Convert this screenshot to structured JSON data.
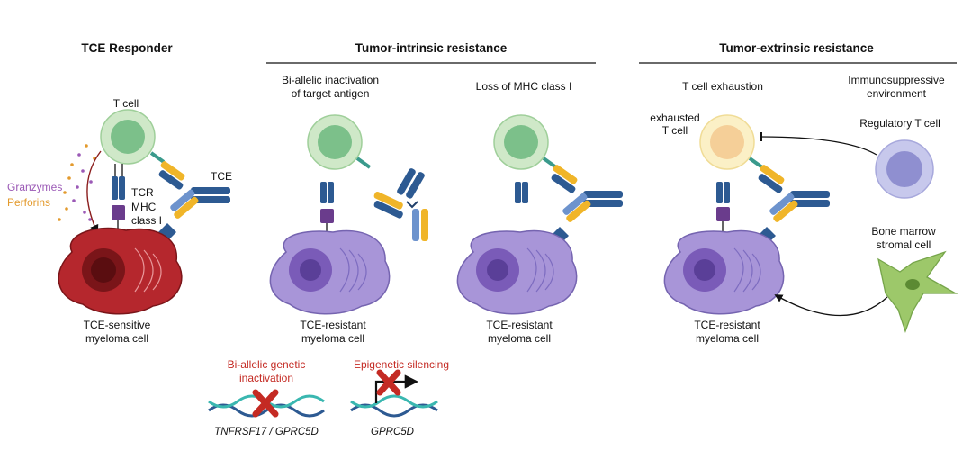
{
  "headers": {
    "responder": "TCE Responder",
    "intrinsic": "Tumor-intrinsic resistance",
    "extrinsic": "Tumor-extrinsic resistance"
  },
  "responder": {
    "t_cell": "T cell",
    "granzymes": "Granzymes",
    "perforins": "Perforins",
    "tcr": "TCR",
    "mhc_line1": "MHC",
    "mhc_line2": "class I",
    "tce": "TCE",
    "tumor_line1": "TCE-sensitive",
    "tumor_line2": "myeloma cell"
  },
  "intrinsic": {
    "bi_allelic_line1": "Bi-allelic inactivation",
    "bi_allelic_line2": "of target antigen",
    "loss_mhc": "Loss of MHC class I",
    "tumor1_line1": "TCE-resistant",
    "tumor1_line2": "myeloma cell",
    "tumor2_line1": "TCE-resistant",
    "tumor2_line2": "myeloma cell",
    "genetic_line1": "Bi-allelic genetic",
    "genetic_line2": "inactivation",
    "genetic_gene": "TNFRSF17 / GPRC5D",
    "epigenetic": "Epigenetic silencing",
    "epigenetic_gene": "GPRC5D"
  },
  "extrinsic": {
    "exhaustion": "T cell exhaustion",
    "immuno_line1": "Immunosuppressive",
    "immuno_line2": "environment",
    "exhausted_line1": "exhausted",
    "exhausted_line2": "T cell",
    "treg": "Regulatory T cell",
    "stromal_line1": "Bone marrow",
    "stromal_line2": "stromal cell",
    "tumor_line1": "TCE-resistant",
    "tumor_line2": "myeloma cell"
  },
  "colors": {
    "tcell_outer": "#cfe8c8",
    "tcell_inner": "#7cc08a",
    "exhausted_outer": "#fbf0c6",
    "exhausted_inner": "#f5cf98",
    "treg_outer": "#c7c8ec",
    "treg_inner": "#8f8fd0",
    "sensitive_tumor": "#b5272d",
    "resistant_tumor": "#a895d8",
    "stromal": "#9dc86a",
    "tce_blue": "#2d5a92",
    "tce_light_blue": "#6d93cd",
    "tce_yellow": "#f0b529",
    "mhc_purple": "#6a3c8c",
    "red_label": "#c42a23",
    "granzymes_text": "#9b59b6",
    "perforins_text": "#e39a2d"
  }
}
